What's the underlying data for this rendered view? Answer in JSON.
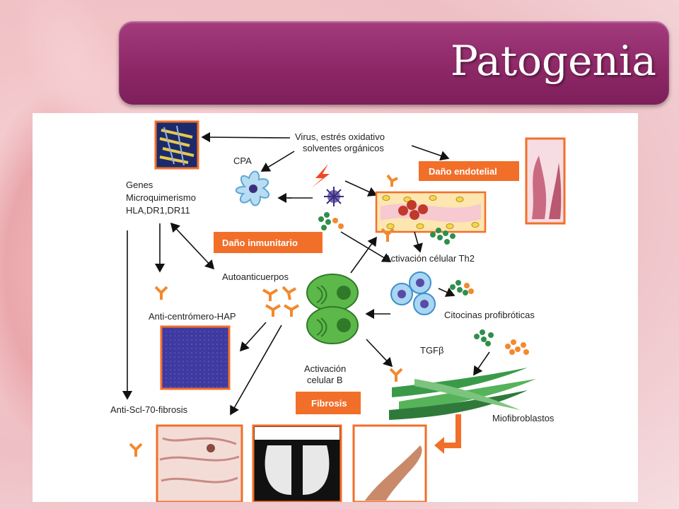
{
  "slide": {
    "title": "Patogenia"
  },
  "diagram": {
    "virus_line1": "Virus, estrés oxidativo",
    "virus_line2": "solventes orgánicos",
    "cpa": "CPA",
    "genes": "Genes",
    "microquimerismo": "Microquimerismo",
    "hla": "HLA,DR1,DR11",
    "dano_inmunitario": "Daño inmunitario",
    "dano_endotelial": "Daño endotelial",
    "activacion_th2": "Activación célular Th2",
    "autoanticuerpos": "Autoanticuerpos",
    "anti_centromero": "Anti-centrómero-HAP",
    "citocinas": "Citocinas profibróticas",
    "tgf": "TGFβ",
    "activacion_b_line1": "Activación",
    "activacion_b_line2": "celular B",
    "fibrosis": "Fibrosis",
    "miofibroblastos": "Miofibroblastos",
    "anti_scl": "Anti-Scl-70-fibrosis"
  },
  "colors": {
    "title_bar": "#8e2867",
    "orange_box": "#f26f2a",
    "antibody": "#f2892e",
    "cell_green": "#5db84a",
    "cell_blue": "#6cb7e6"
  }
}
